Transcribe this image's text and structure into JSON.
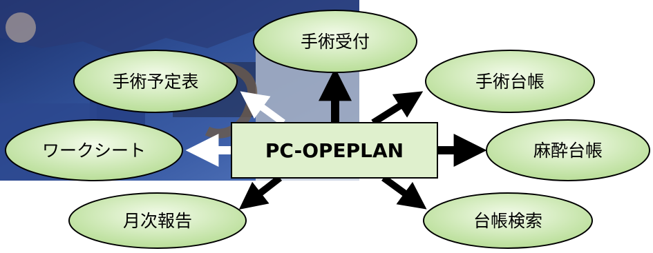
{
  "center": {
    "label": "PC-OPEPLAN"
  },
  "nodes": [
    {
      "id": "surgery-reception",
      "label": "手術受付"
    },
    {
      "id": "surgery-schedule",
      "label": "手術予定表"
    },
    {
      "id": "surgery-ledger",
      "label": "手術台帳"
    },
    {
      "id": "worksheet",
      "label": "ワークシート"
    },
    {
      "id": "anesthesia-ledger",
      "label": "麻酔台帳"
    },
    {
      "id": "monthly-report",
      "label": "月次報告"
    },
    {
      "id": "ledger-search",
      "label": "台帳検索"
    }
  ],
  "colors": {
    "node_fill_light": "#eef8e0",
    "node_fill_dark": "#b9de98",
    "node_stroke": "#000000",
    "center_fill": "#dff0cd",
    "arrow_dark": "#000000",
    "arrow_light": "#ffffff"
  }
}
